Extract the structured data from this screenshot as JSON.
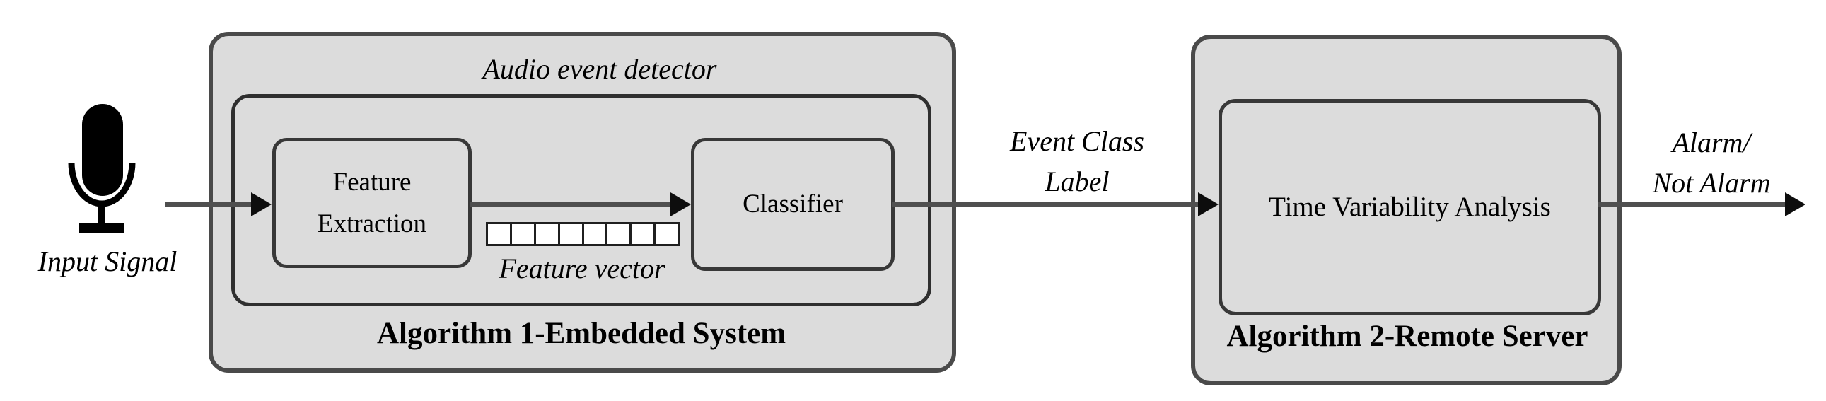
{
  "colors": {
    "box_fill": "#dcdcdc",
    "box_border": "#4a4a4a",
    "inner_box_border": "#2f2f2f",
    "small_box_border": "#383838",
    "line": "#4f4f4f",
    "arrowhead": "#0d0d0d",
    "cell_fill": "#ffffff",
    "cell_border": "#1f1f1f",
    "text": "#000000"
  },
  "diagram": {
    "input": {
      "label": "Input Signal"
    },
    "embedded_system": {
      "caption": "Algorithm 1-Embedded System",
      "detector": {
        "title": "Audio event detector",
        "feature_extraction": {
          "line1": "Feature",
          "line2": "Extraction"
        },
        "feature_vector": {
          "label": "Feature vector",
          "cell_count": 8
        },
        "classifier": {
          "label": "Classifier"
        }
      }
    },
    "event_class": {
      "line1": "Event Class",
      "line2": "Label"
    },
    "remote_server": {
      "caption": "Algorithm 2-Remote Server",
      "analysis": {
        "label": "Time Variability Analysis"
      }
    },
    "output": {
      "line1": "Alarm/",
      "line2": "Not Alarm"
    }
  }
}
